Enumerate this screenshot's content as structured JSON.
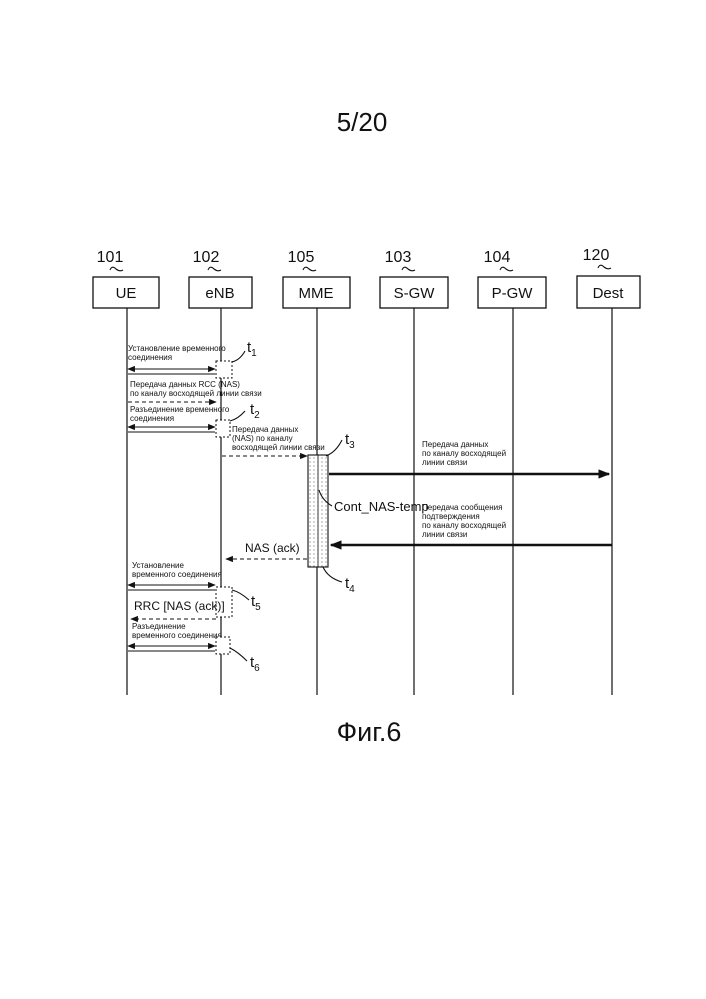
{
  "page_number": "5/20",
  "figure_caption": "Фиг.6",
  "entities": [
    {
      "ref": "101",
      "name": "UE"
    },
    {
      "ref": "102",
      "name": "eNB"
    },
    {
      "ref": "105",
      "name": "MME"
    },
    {
      "ref": "103",
      "name": "S-GW"
    },
    {
      "ref": "104",
      "name": "P-GW"
    },
    {
      "ref": "120",
      "name": "Dest"
    }
  ],
  "time_marks": [
    {
      "t": "t",
      "sub": "1"
    },
    {
      "t": "t",
      "sub": "2"
    },
    {
      "t": "t",
      "sub": "3"
    },
    {
      "t": "t",
      "sub": "4"
    },
    {
      "t": "t",
      "sub": "5"
    },
    {
      "t": "t",
      "sub": "6"
    }
  ],
  "messages": {
    "setup1": [
      "Установление временного",
      "соединения"
    ],
    "rrc_nas": [
      "Передача данных RCC (NAS)",
      "по каналу восходящей линии связи"
    ],
    "release1": [
      "Разъединение временного",
      "соединения"
    ],
    "nas_uplink": [
      "Передача данных",
      "(NAS) по каналу",
      "восходящей линии связи"
    ],
    "to_dest": [
      "Передача данных",
      "по каналу восходящей",
      "линии связи"
    ],
    "context": "Cont_NAS-temp",
    "from_dest": [
      "Передача сообщения",
      "подтверждения",
      "по каналу восходящей",
      "линии связи"
    ],
    "nas_ack": "NAS (ack)",
    "setup2": [
      "Установление",
      "временного соединения"
    ],
    "rrc_nas_ack": "RRC [NAS (ack)]",
    "release2": [
      "Разъединение",
      "временного соединения"
    ]
  }
}
